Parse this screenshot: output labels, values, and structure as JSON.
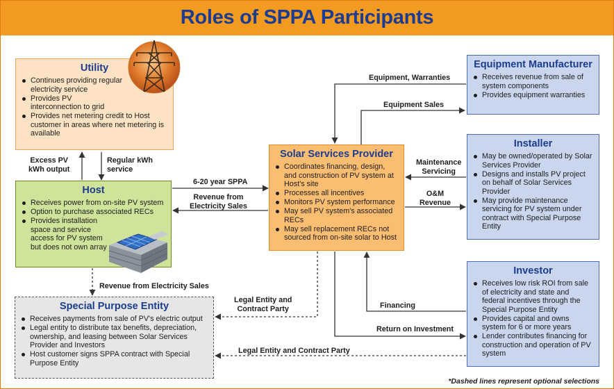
{
  "title": "Roles of SPPA Participants",
  "utility": {
    "title": "Utility",
    "bullets": [
      "Continues providing regular electricity service",
      "Provides PV interconnection to grid",
      "Provides net metering credit to Host customer in areas where net metering is available"
    ]
  },
  "host": {
    "title": "Host",
    "bullets": [
      "Receives power from on-site PV system",
      "Option to purchase associated RECs",
      "Provides installation space and service access for PV system but does not own array"
    ]
  },
  "spe": {
    "title": "Special Purpose Entity",
    "bullets": [
      "Receives payments from sale of PV's electric output",
      "Legal entity to distribute tax benefits, depreciation, ownership, and leasing between Solar Services Provider and Investors",
      "Host customer signs SPPA contract with Special Purpose Entity"
    ]
  },
  "ssp": {
    "title": "Solar Services Provider",
    "bullets": [
      "Coordinates financing, design, and construction of PV system at Host's site",
      "Processes all incentives",
      "Monitors PV system performance",
      "May sell PV system's associated RECs",
      "May sell replacement RECs not sourced from on-site solar to Host"
    ]
  },
  "equipment": {
    "title": "Equipment Manufacturer",
    "bullets": [
      "Receives revenue from sale of system components",
      "Provides equipment warranties"
    ]
  },
  "installer": {
    "title": "Installer",
    "bullets": [
      "May be owned/operated by Solar Services Provider",
      "Designs and installs PV project on behalf of Solar Services Provider",
      "May provide maintenance servicing for PV system under contract with Special Purpose Entity"
    ]
  },
  "investor": {
    "title": "Investor",
    "bullets": [
      "Receives low risk ROI from sale of electricity and state and federal incentives through the Special Purpose Entity",
      "Provides capital and owns system for 6 or more years",
      "Lender contributes financing for construction and operation of PV system"
    ]
  },
  "flows": {
    "excess_pv": "Excess PV\nkWh output",
    "regular_kwh": "Regular kWh\nservice",
    "sppa": "6-20 year SPPA",
    "revenue_elec": "Revenue from\nElectricity Sales",
    "equipment_warranties": "Equipment, Warranties",
    "equipment_sales": "Equipment Sales",
    "maintenance": "Maintenance\nServicing",
    "om_revenue": "O&M\nRevenue",
    "financing": "Financing",
    "roi": "Return on Investment",
    "revenue_elec_spe": "Revenue from Electricity Sales",
    "legal_ssp": "Legal Entity and\nContract Party",
    "legal_investor": "Legal Entity and Contract Party"
  },
  "footnote": "*Dashed lines represent optional selections",
  "colors": {
    "banner": "#f39a21",
    "title": "#1b3c8f",
    "utility_fill": "#fde3c3",
    "host_fill": "#cfe39a",
    "ssp_fill": "#fbbd72",
    "partner_fill": "#c9d6ee",
    "spe_fill": "#e6e6e6"
  }
}
